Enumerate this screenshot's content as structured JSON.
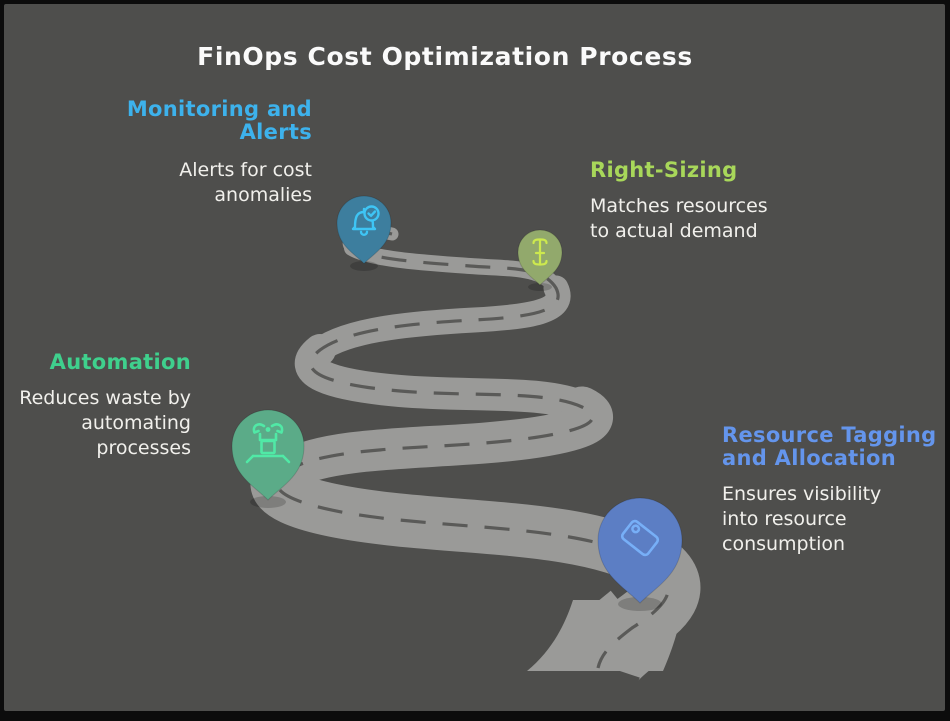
{
  "title": "FinOps Cost Optimization Process",
  "colors": {
    "background": "#4e4e4c",
    "frame_border": "#0c0c0c",
    "road": "#9a9a98",
    "road_dash": "#5a5a58",
    "title_text": "#fafafa",
    "body_text": "#f1f0ec"
  },
  "stages": [
    {
      "name": "Monitoring and Alerts",
      "label_lines": [
        "Monitoring and",
        "Alerts"
      ],
      "description": "Alerts for cost anomalies",
      "desc_lines": [
        "Alerts for cost",
        "anomalies"
      ],
      "heading_color": "#3db2ec",
      "pin_color": "#3d7e9e",
      "icon_color": "#3ec5f5",
      "icon": "bell-check-icon"
    },
    {
      "name": "Right-Sizing",
      "label_lines": [
        "Right-Sizing"
      ],
      "description": "Matches resources to actual demand",
      "desc_lines": [
        "Matches resources",
        "to actual demand"
      ],
      "heading_color": "#a8d75a",
      "pin_color": "#92a96c",
      "icon_color": "#cde94e",
      "icon": "vertical-resize-icon"
    },
    {
      "name": "Automation",
      "label_lines": [
        "Automation"
      ],
      "description": "Reduces waste by automating processes",
      "desc_lines": [
        "Reduces waste by",
        "automating",
        "processes"
      ],
      "heading_color": "#3fd08d",
      "pin_color": "#5bab88",
      "icon_color": "#50e9a6",
      "icon": "robot-automation-icon"
    },
    {
      "name": "Resource Tagging and Allocation",
      "label_lines": [
        "Resource Tagging",
        "and Allocation"
      ],
      "description": "Ensures visibility into resource consumption",
      "desc_lines": [
        "Ensures visibility",
        "into resource",
        "consumption"
      ],
      "heading_color": "#6495ec",
      "pin_color": "#5c7ec4",
      "icon_color": "#77aff7",
      "icon": "tag-icon"
    }
  ]
}
